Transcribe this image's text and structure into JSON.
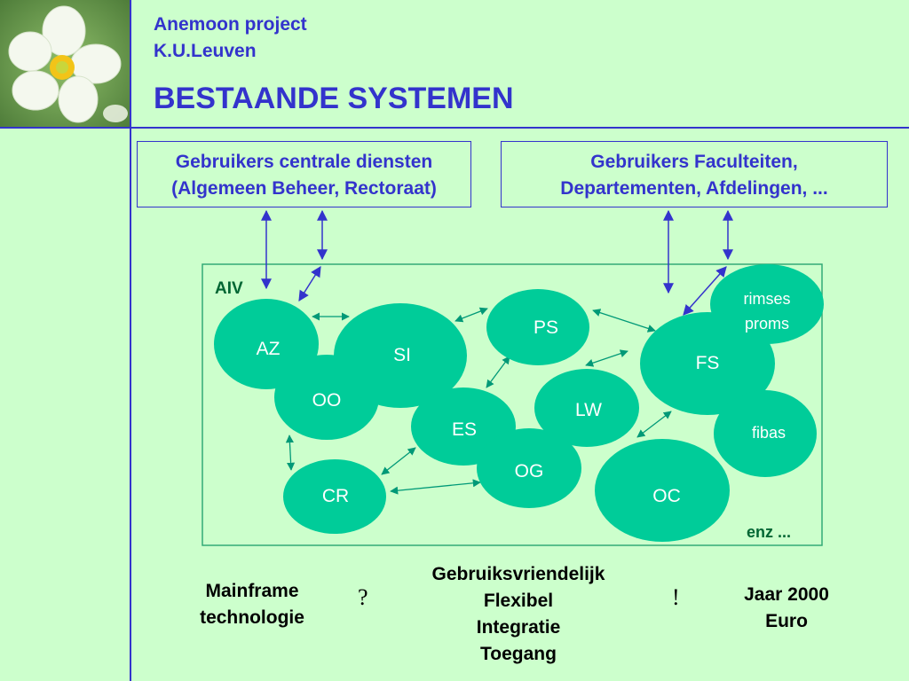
{
  "header": {
    "project": "Anemoon project",
    "university": "K.U.Leuven",
    "title": "BESTAANDE SYSTEMEN"
  },
  "user_groups": {
    "central": [
      "Gebruikers centrale diensten",
      "(Algemeen Beheer, Rectoraat)"
    ],
    "faculties": [
      "Gebruikers Faculteiten,",
      "Departementen, Afdelingen, ..."
    ]
  },
  "aiv": {
    "label": "AIV",
    "footer": "enz ..."
  },
  "systems": {
    "az": "AZ",
    "si": "SI",
    "oo": "OO",
    "ps": "PS",
    "es": "ES",
    "lw": "LW",
    "og": "OG",
    "cr": "CR",
    "fs": "FS",
    "oc": "OC",
    "fibas": "fibas",
    "rimses": [
      "rimses",
      "proms"
    ]
  },
  "bottom": {
    "mainframe": [
      "Mainframe",
      "technologie"
    ],
    "question_mark": "?",
    "qualities": [
      "Gebruiksvriendelijk",
      "Flexibel",
      "Integratie",
      "Toegang"
    ],
    "exclamation": "!",
    "issues": [
      "Jaar 2000",
      "Euro"
    ]
  },
  "colors": {
    "accent": "#3333cc",
    "node": "#00cc99",
    "background": "#ccffcc",
    "aiv_border": "#33aa77",
    "aiv_label": "#006633"
  }
}
